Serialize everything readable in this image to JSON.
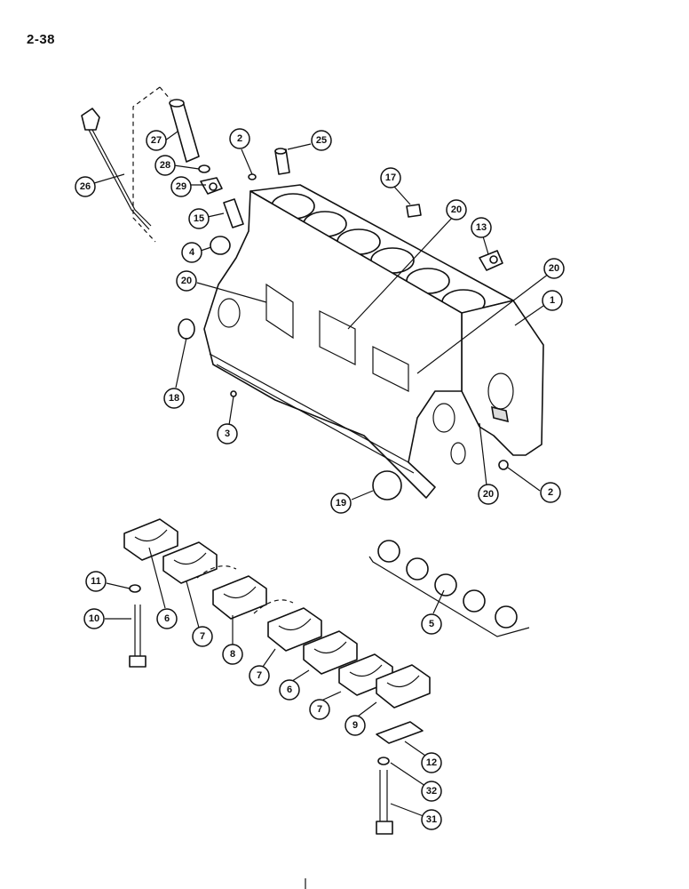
{
  "page_number": "2-38",
  "callouts": [
    {
      "id": "c-26",
      "label": "26"
    },
    {
      "id": "c-27",
      "label": "27"
    },
    {
      "id": "c-28",
      "label": "28"
    },
    {
      "id": "c-29",
      "label": "29"
    },
    {
      "id": "c-15",
      "label": "15"
    },
    {
      "id": "c-4",
      "label": "4"
    },
    {
      "id": "c-2a",
      "label": "2"
    },
    {
      "id": "c-25",
      "label": "25"
    },
    {
      "id": "c-17",
      "label": "17"
    },
    {
      "id": "c-20a",
      "label": "20"
    },
    {
      "id": "c-13",
      "label": "13"
    },
    {
      "id": "c-20b",
      "label": "20"
    },
    {
      "id": "c-1",
      "label": "1"
    },
    {
      "id": "c-20c",
      "label": "20"
    },
    {
      "id": "c-18",
      "label": "18"
    },
    {
      "id": "c-3",
      "label": "3"
    },
    {
      "id": "c-20d",
      "label": "20"
    },
    {
      "id": "c-2b",
      "label": "2"
    },
    {
      "id": "c-19",
      "label": "19"
    },
    {
      "id": "c-11",
      "label": "11"
    },
    {
      "id": "c-10",
      "label": "10"
    },
    {
      "id": "c-6a",
      "label": "6"
    },
    {
      "id": "c-7a",
      "label": "7"
    },
    {
      "id": "c-8",
      "label": "8"
    },
    {
      "id": "c-7b",
      "label": "7"
    },
    {
      "id": "c-6b",
      "label": "6"
    },
    {
      "id": "c-7c",
      "label": "7"
    },
    {
      "id": "c-9",
      "label": "9"
    },
    {
      "id": "c-5",
      "label": "5"
    },
    {
      "id": "c-12",
      "label": "12"
    },
    {
      "id": "c-32",
      "label": "32"
    },
    {
      "id": "c-31",
      "label": "31"
    }
  ]
}
